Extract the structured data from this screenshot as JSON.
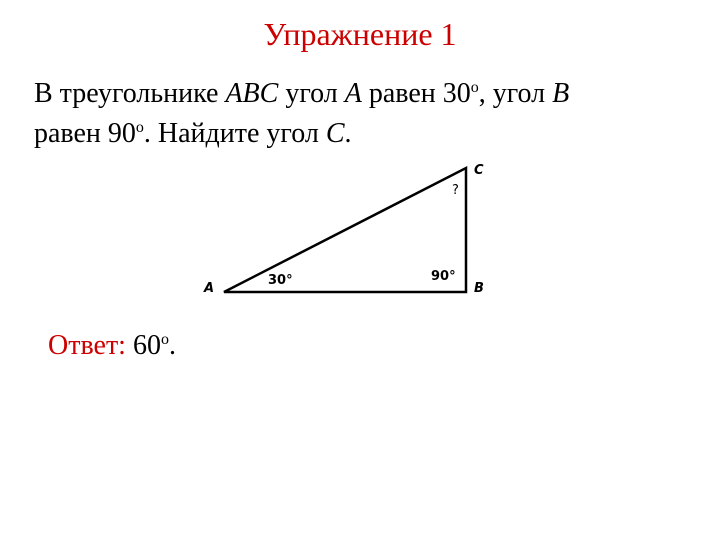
{
  "title": "Упражнение 1",
  "problem": {
    "l1_part1": "В треугольнике ",
    "l1_abc": "ABC",
    "l1_part2": "  угол ",
    "l1_a": "A",
    "l1_part3": " равен 30",
    "l1_deg1": "о",
    "l1_part4": ", угол ",
    "l1_b": "B",
    "l2_part1": "равен 90",
    "l2_deg": "о",
    "l2_part2": ". Найдите угол ",
    "l2_c": "C",
    "l2_part3": "."
  },
  "figure": {
    "vertex_a": "A",
    "vertex_b": "B",
    "vertex_c": "C",
    "angle_a": "30°",
    "angle_b": "90°",
    "angle_c": "?"
  },
  "answer": {
    "label": "Ответ:",
    "value": " 60",
    "deg": "о",
    "end": "."
  },
  "colors": {
    "accent": "#cc0000",
    "text": "#000000"
  }
}
